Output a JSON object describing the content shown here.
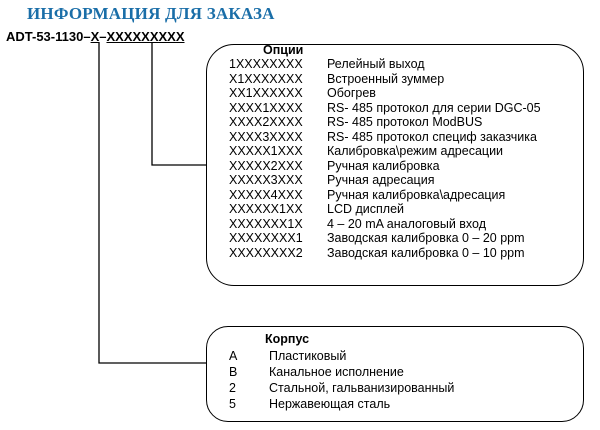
{
  "title": "ИНФОРМАЦИЯ ДЛЯ ЗАКАЗА",
  "code": {
    "prefix": "ADT-53-1130",
    "dash1": "–",
    "case_part": "X",
    "dash2": "–",
    "options_part": "XXXXXXXXX"
  },
  "options": {
    "heading": "Опции",
    "rows": [
      {
        "code": "1XXXXXXXX",
        "desc": "Релейный выход"
      },
      {
        "code": "X1XXXXXXX",
        "desc": "Встроенный зуммер"
      },
      {
        "code": "XX1XXXXXX",
        "desc": "Обогрев"
      },
      {
        "code": "XXXX1XXXX",
        "desc": "RS- 485 протокол для серии DGC-05"
      },
      {
        "code": "XXXX2XXXX",
        "desc": "RS- 485 протокол ModBUS"
      },
      {
        "code": "XXXX3XXXX",
        "desc": "RS- 485 протокол специф заказчика"
      },
      {
        "code": "XXXXX1XXX",
        "desc": "Калибровка\\режим адресации"
      },
      {
        "code": "XXXXX2XXX",
        "desc": "Ручная калибровка"
      },
      {
        "code": "XXXXX3XXX",
        "desc": "Ручная адресация"
      },
      {
        "code": "XXXXX4XXX",
        "desc": "Ручная калибровка\\адресация"
      },
      {
        "code": "XXXXXX1XX",
        "desc": "LCD дисплей"
      },
      {
        "code": "XXXXXXX1X",
        "desc": "4 – 20 mA аналоговый вход"
      },
      {
        "code": "XXXXXXXX1",
        "desc": "Заводская калибровка 0 – 20 ppm"
      },
      {
        "code": "XXXXXXXX2",
        "desc": "Заводская калибровка 0 – 10 ppm"
      }
    ]
  },
  "case": {
    "heading": "Корпус",
    "rows": [
      {
        "code": "A",
        "desc": "Пластиковый"
      },
      {
        "code": "B",
        "desc": "Канальное исполнение"
      },
      {
        "code": "2",
        "desc": "Стальной, гальванизированный"
      },
      {
        "code": "5",
        "desc": "Нержавеющая сталь"
      }
    ]
  },
  "colors": {
    "title": "#1a6ea8",
    "text": "#000000",
    "background": "#ffffff"
  }
}
